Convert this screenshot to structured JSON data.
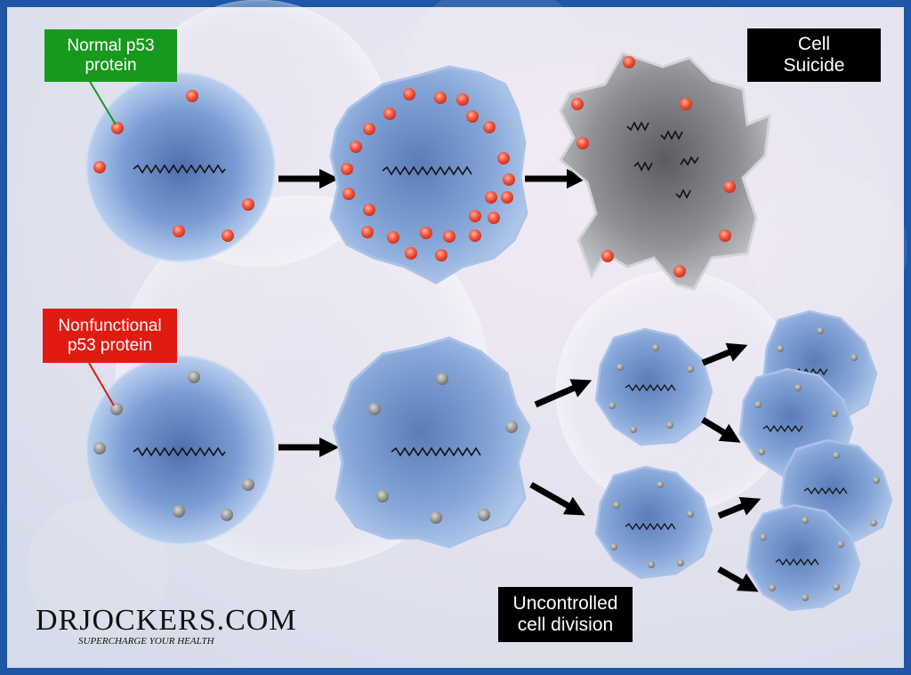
{
  "labels": {
    "normal_p53": [
      "Normal p53",
      "protein"
    ],
    "nonfunctional_p53": [
      "Nonfunctional",
      "p53 protein"
    ],
    "cell_suicide": [
      "Cell",
      "Suicide"
    ],
    "uncontrolled_division": [
      "Uncontrolled",
      "cell division"
    ]
  },
  "branding": {
    "logo_text": "DRJOCKERS.COM",
    "tagline": "SUPERCHARGE YOUR HEALTH"
  },
  "colors": {
    "frame": "#1f56a5",
    "normal_label_bg": "#17991d",
    "nonfunctional_label_bg": "#e01b12",
    "dark_label_bg": "#000000",
    "active_protein": "#f2553e",
    "inactive_protein": "#9a9a98",
    "cell_fill": "#7d9fd6",
    "dead_cell_fill": "#8f9197",
    "arrow": "#000000"
  },
  "icons": {
    "arrow": "right-arrow-icon",
    "protein_dot": "protein-dot-icon",
    "dna": "dna-strand-icon"
  }
}
